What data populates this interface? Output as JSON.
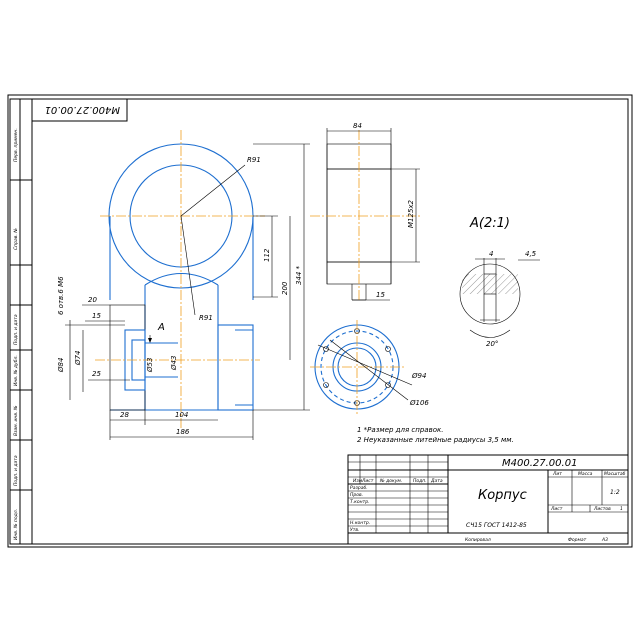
{
  "drawing_code": "М400.27.00.01",
  "drawing_code_rotated": "М400.27.00.01",
  "part_name": "Корпус",
  "material": "СЧ15 ГОСТ 1412-85",
  "scale": "1:2",
  "sheets_total": "1",
  "title_block": {
    "lit": "Лит",
    "mass": "Масса",
    "scale_label": "Масштаб",
    "sheet_label": "Лист",
    "sheets_label": "Листов",
    "change_row": [
      "Изм",
      "Лист",
      "№ докум.",
      "Подп.",
      "Дата"
    ],
    "roles": [
      "Разраб.",
      "Пров.",
      "Т.контр.",
      "",
      "Н.контр.",
      "Утв."
    ],
    "bottom_left": "Копировал",
    "bottom_right": "Формат",
    "format": "A3"
  },
  "side_stamp": [
    "Перв. примен.",
    "Справ. №",
    "Подп. и дата",
    "Инв. № дубл.",
    "Взам. инв. №",
    "Подп. и дата",
    "Инв. № подл."
  ],
  "notes": [
    "1 *Размер для справок.",
    "2 Неуказанные литейные радиусы 3,5 мм."
  ],
  "view_label": "A",
  "detail_label": "A(2:1)",
  "dims": {
    "r91_top": "R91",
    "r91_bottom": "R91",
    "d112": "112",
    "d200": "200",
    "d344": "344 *",
    "d84": "84",
    "m125": "M125x2",
    "d15_side": "15",
    "d4": "4",
    "d4_5": "4,5",
    "a20": "20°",
    "d94": "Ø94",
    "d106": "Ø106",
    "holes": "6 отв.6 М6",
    "d20": "20",
    "d15": "15",
    "d84v": "Ø84",
    "d74": "Ø74",
    "d25": "25",
    "d53": "Ø53",
    "d43": "Ø43",
    "d28": "28",
    "d104": "104",
    "d186": "186"
  }
}
